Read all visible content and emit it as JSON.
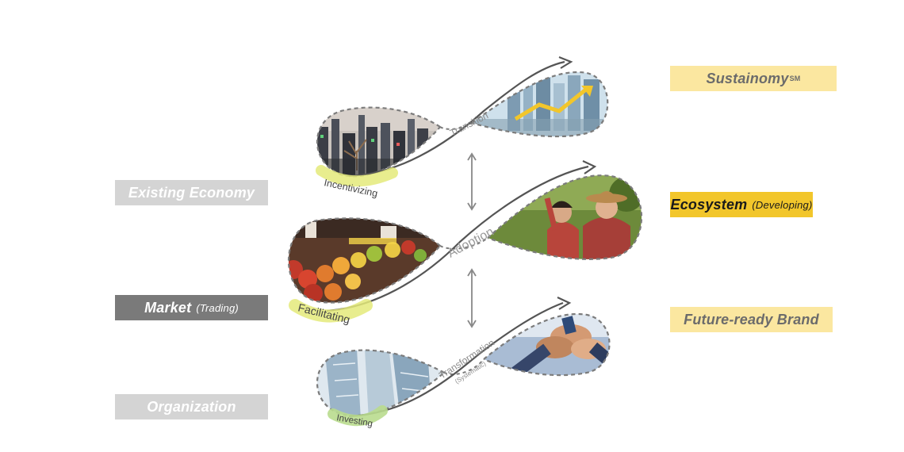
{
  "left_labels": {
    "existing_economy": "Existing Economy",
    "market": "Market",
    "market_sub": "(Trading)",
    "organization": "Organization"
  },
  "right_labels": {
    "sustainomy": "Sustainomy",
    "sustainomy_mark": "SM",
    "ecosystem": "Ecosystem",
    "ecosystem_sub": "(Developing)",
    "future_ready": "Future-ready Brand"
  },
  "loops": {
    "top": {
      "left_label": "Incentivizing",
      "path_label": "Transition"
    },
    "middle": {
      "left_label": "Facilitating",
      "path_label": "Adoption"
    },
    "bottom": {
      "left_label": "Investing",
      "path_label": "Transformation",
      "path_sublabel": "(Systematic)"
    }
  },
  "colors": {
    "incentivizing_highlight": "#e4ea7a",
    "facilitating_highlight": "#e4ea7a",
    "investing_highlight": "#b9dc8e",
    "tag_pale_yellow": "#fbe7a0",
    "tag_bold_yellow": "#f2c62b",
    "tag_light_gray": "#d4d4d4",
    "tag_dark_gray": "#7a7a7a"
  },
  "icons": {
    "top_left_photo": "city-skyline-with-tree-photo",
    "top_right_photo": "city-with-rising-arrow-photo",
    "middle_left_photo": "fruit-market-stall-photo",
    "middle_right_photo": "farmers-in-orchard-photo",
    "bottom_left_photo": "glass-skyscrapers-photo",
    "bottom_right_photo": "stacked-hands-teamwork-photo"
  }
}
